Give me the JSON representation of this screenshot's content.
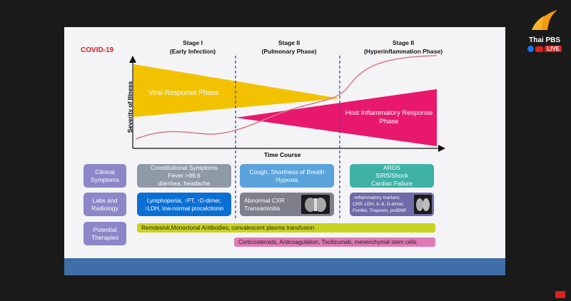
{
  "slide": {
    "title": "COVID-19",
    "stages": [
      {
        "line1": "Stage I",
        "line2": "(Early Infection)"
      },
      {
        "line1": "Stage II",
        "line2": "(Pulmonary Phase)"
      },
      {
        "line1": "Stage II",
        "line2": "(Hyperinflammation Phase)"
      }
    ],
    "y_axis": "Severity of Illness",
    "x_axis": "Time Course",
    "viral_phase": "Viral Response Phase",
    "host_phase_line1": "Host Inflammatory Response",
    "host_phase_line2": "Phase",
    "rows": {
      "clinical": {
        "label_line1": "Clinical",
        "label_line2": "Symptoms",
        "stage1": [
          "Constitutional Symptoms",
          "Fever >99.6",
          "diarrhea, headache"
        ],
        "stage2": [
          "Cough, Shortness of Breath",
          "Hypoxia"
        ],
        "stage3": [
          "ARDS",
          "SIRS/Shock",
          "Cardiac Failure"
        ]
      },
      "labs": {
        "label_line1": "Labs and",
        "label_line2": "Radiology",
        "stage1": [
          "Lymphopenia, ↑PT, ↑D-dimer,",
          "↑LDH, low-normal procalcitonin"
        ],
        "stage2": [
          "Abnormal CXR",
          "Transaminitis"
        ],
        "stage3": [
          "↑inflammatory markers",
          "CRP, LDH, IL-6, D-dimer,",
          "Ferritin, Troponin, proBNP"
        ]
      },
      "therapies": {
        "label_line1": "Potential",
        "label_line2": "Therapies",
        "bar1": "Remdesivir,Monoclonal Antibodies, convalescent plasma transfusion",
        "bar2": "Corticosteroids, Anticoagulation, Tocilizumab, mesenchymal stem cells"
      }
    }
  },
  "overlay": {
    "brand": "Thai PBS",
    "live": "LIVE"
  },
  "colors": {
    "viral": "#f2c200",
    "host": "#e8186d",
    "grey_box": "#8e9aa6",
    "blue_box": "#5aa3db",
    "teal_box": "#3fb2a6",
    "navy_box": "#0a6fd4",
    "labs_grey": "#7f7f8c",
    "labs_purple": "#6f6aa8",
    "bar1": "#c8d321",
    "bar2": "#e07ab5",
    "footer": "#3f6ea8"
  }
}
